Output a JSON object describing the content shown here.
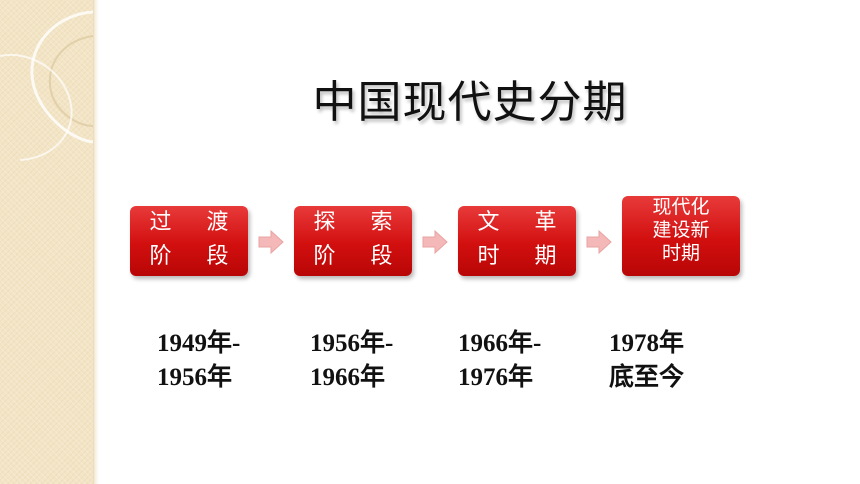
{
  "title": "中国现代史分期",
  "periods": [
    {
      "line1": "过 渡",
      "line2": "阶 段",
      "line3": "",
      "date1": "1949年-",
      "date2": "1956年"
    },
    {
      "line1": "探 索",
      "line2": "阶 段",
      "line3": "",
      "date1": "1956年-",
      "date2": "1966年"
    },
    {
      "line1": "文 革",
      "line2": "时 期",
      "line3": "",
      "date1": "1966年-",
      "date2": "1976年"
    },
    {
      "line1": "现代化",
      "line2": "建设新",
      "line3": "时期",
      "date1": "1978年",
      "date2": "底至今"
    }
  ],
  "colors": {
    "box": "#d20f0f",
    "arrow": "#f4b8b8",
    "panel": "#f2e4c4"
  },
  "icons": {
    "arrow": "right-arrow-icon"
  }
}
